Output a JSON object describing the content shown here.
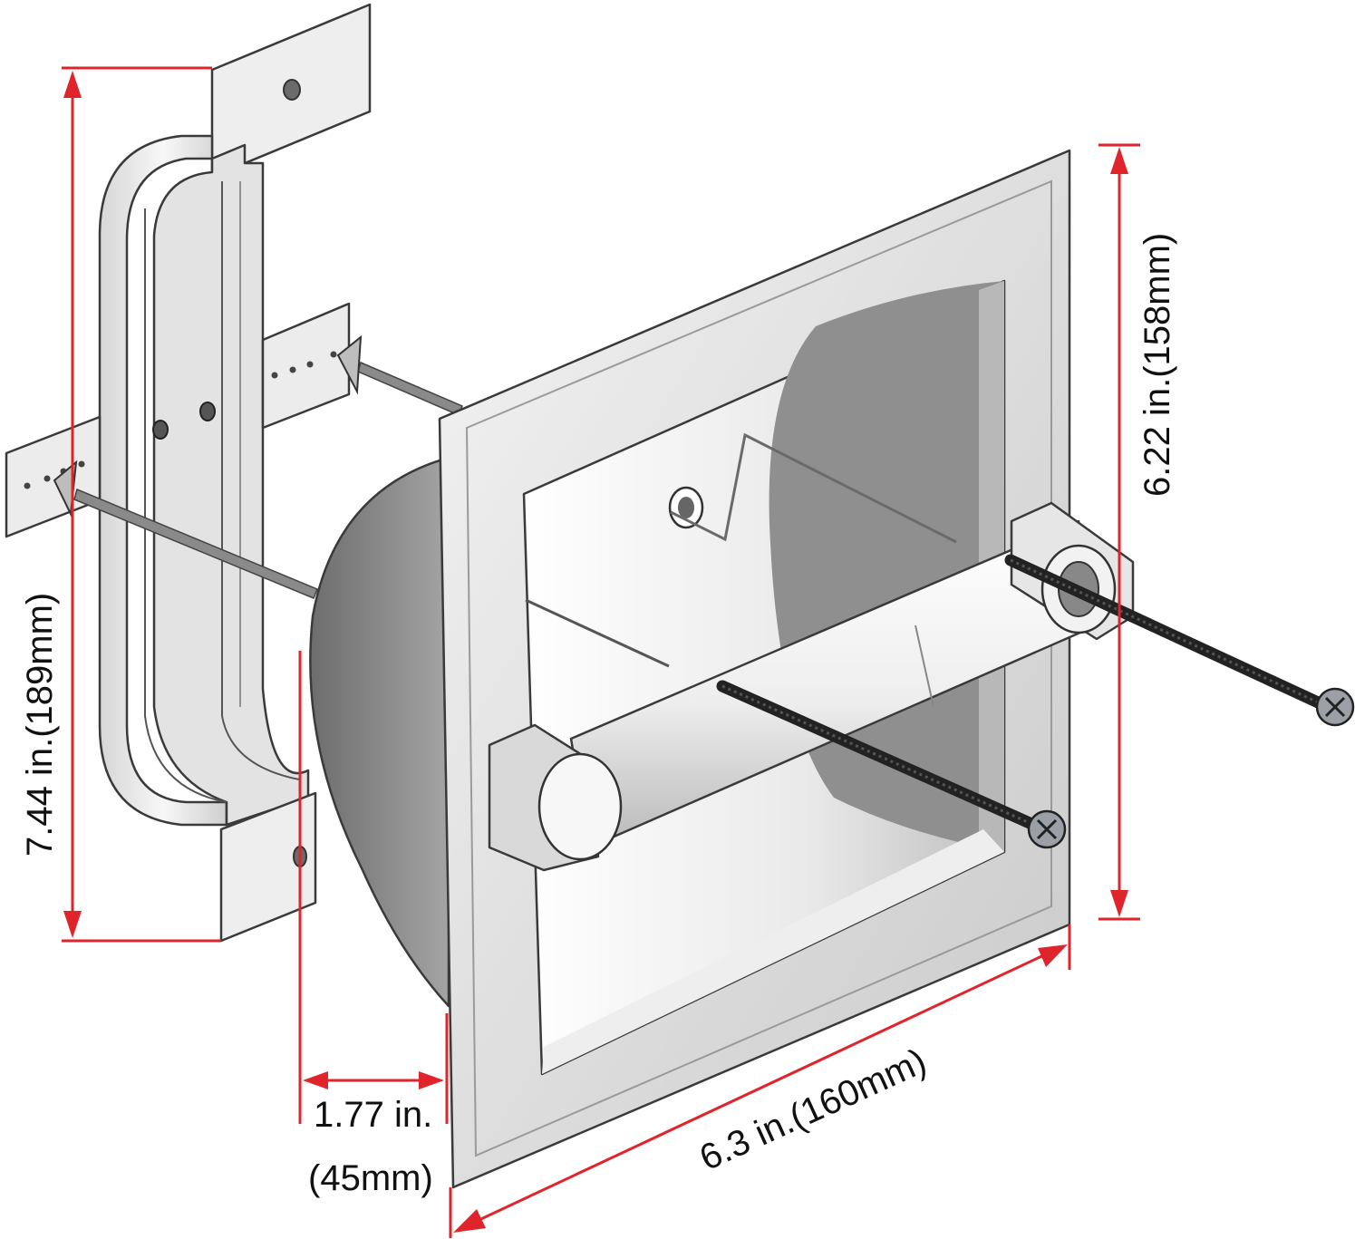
{
  "dimensions": {
    "height_overall": "7.44 in.(189mm)",
    "height_flange": "6.22 in.(158mm)",
    "width_flange": "6.3 in.(160mm)",
    "depth_in": "1.77 in.",
    "depth_mm": "(45mm)"
  },
  "colors": {
    "dimension_line": "#e0242b",
    "metal_light": "#e8e8e8",
    "metal_mid": "#cfcfcf",
    "metal_dark": "#8d8d8d",
    "screw": "#2a2a2a"
  }
}
